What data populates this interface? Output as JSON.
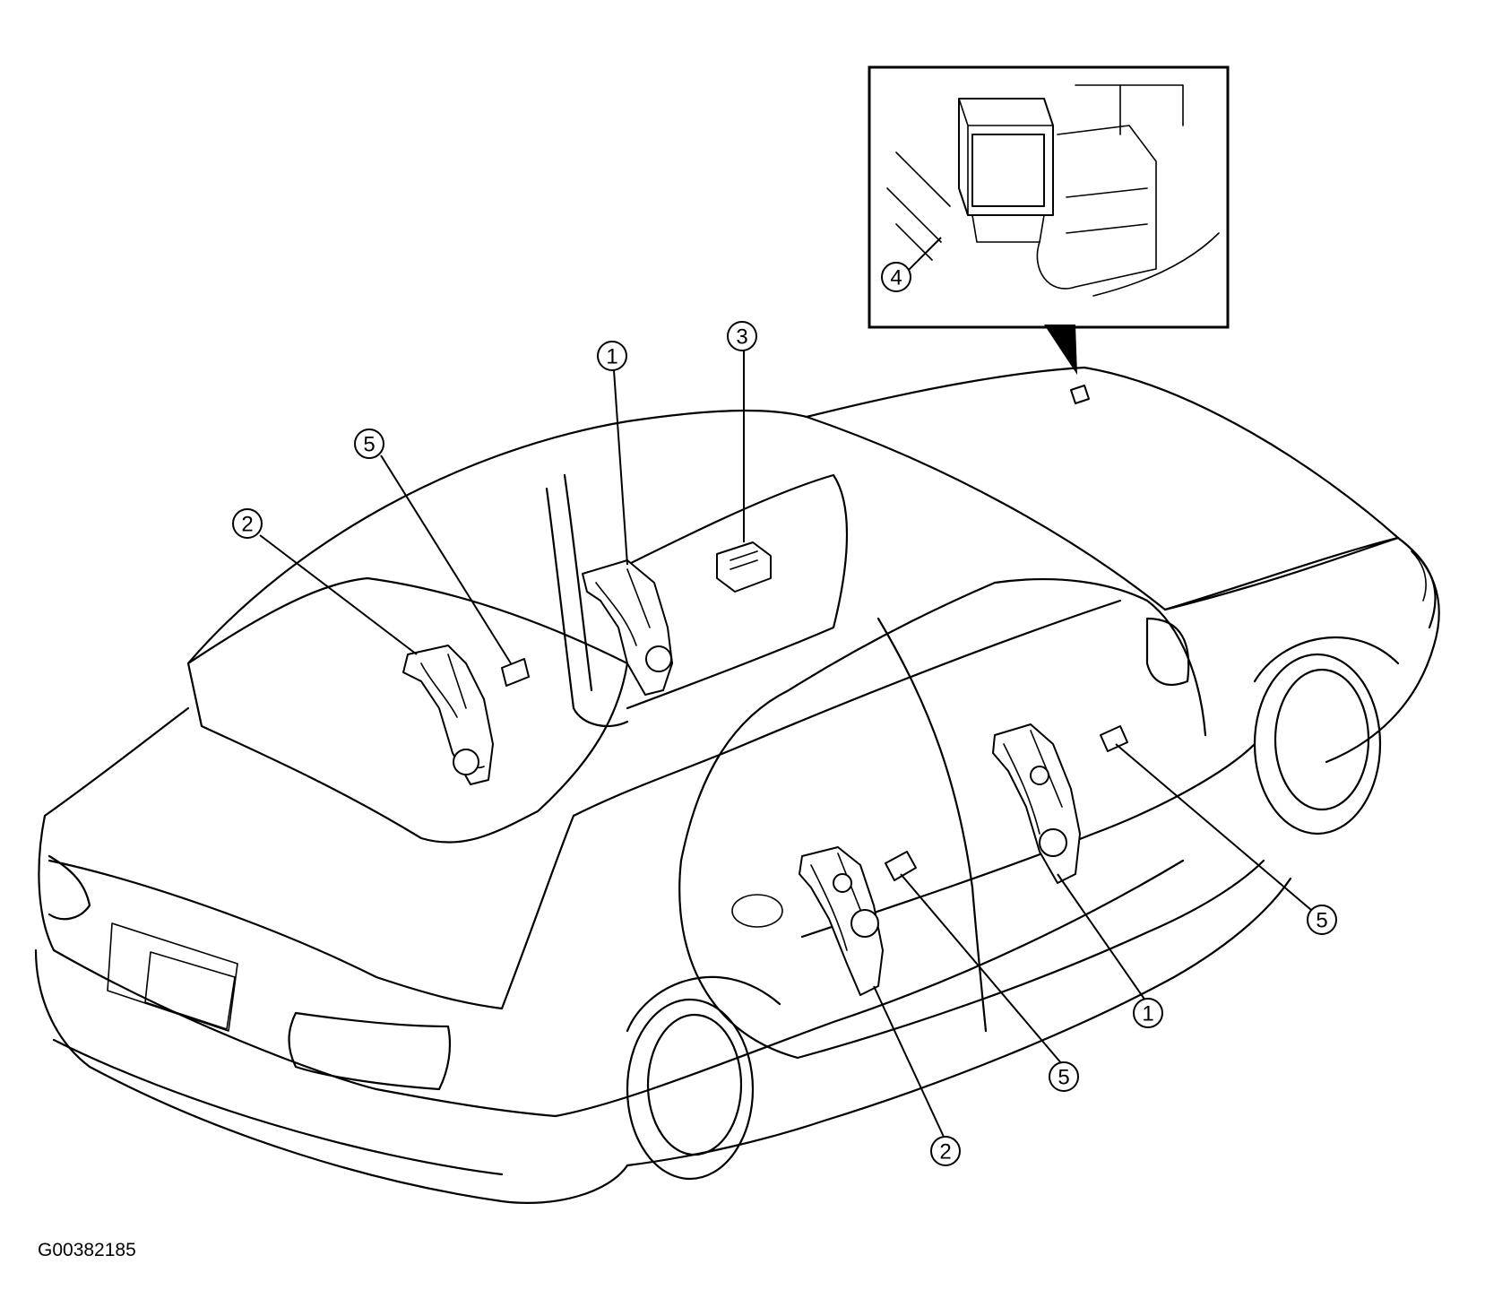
{
  "figure_id": "G00382185",
  "callouts": [
    {
      "id": "callout-1-rear-window",
      "label": "1"
    },
    {
      "id": "callout-1-door",
      "label": "1"
    },
    {
      "id": "callout-2-rear-window",
      "label": "2"
    },
    {
      "id": "callout-2-door",
      "label": "2"
    },
    {
      "id": "callout-3",
      "label": "3"
    },
    {
      "id": "callout-4",
      "label": "4"
    },
    {
      "id": "callout-5-rear-window",
      "label": "5"
    },
    {
      "id": "callout-5-rear-door",
      "label": "5"
    },
    {
      "id": "callout-5-front-door",
      "label": "5"
    }
  ]
}
